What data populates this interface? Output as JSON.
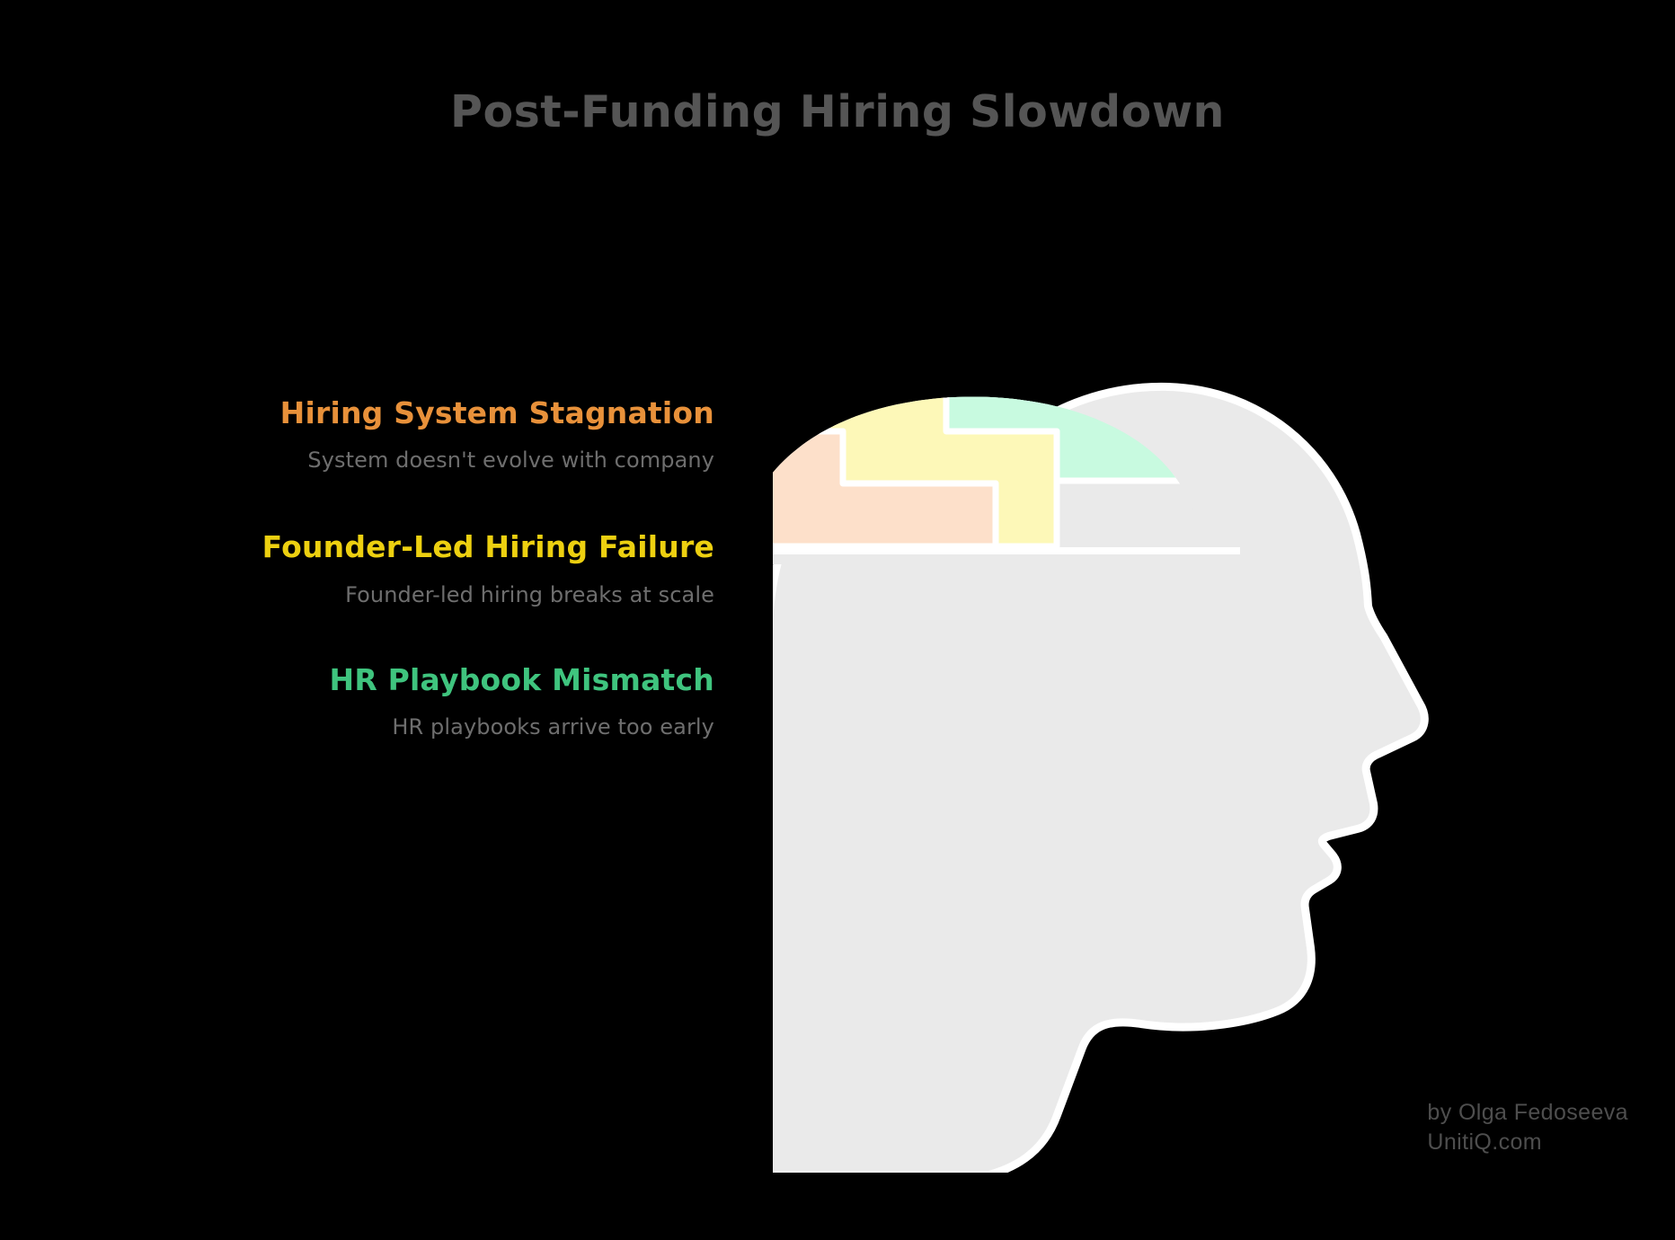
{
  "title": "Post-Funding Hiring Slowdown",
  "colors": {
    "background": "#000000",
    "title_text": "#555555",
    "description_text": "#6E6E6E",
    "orange_heading": "#E8913A",
    "yellow_heading": "#EDD010",
    "green_heading": "#3FC47E",
    "head_silhouette": "#EAEAEA",
    "segment_outline": "#FFFFFF",
    "segment_peach": "#FDE0CA",
    "segment_yellow": "#FDF8B8",
    "segment_green": "#C8FAE0",
    "attribution_text": "#4E4E4E"
  },
  "sections": [
    {
      "heading": "Hiring System Stagnation",
      "description": "System doesn't evolve with company",
      "color": "#E8913A",
      "segment": "peach"
    },
    {
      "heading": "Founder-Led Hiring Failure",
      "description": "Founder-led hiring breaks at scale",
      "color": "#EDD010",
      "segment": "yellow"
    },
    {
      "heading": "HR Playbook Mismatch",
      "description": "HR playbooks arrive too early",
      "color": "#3FC47E",
      "segment": "green"
    }
  ],
  "attribution": {
    "line1": "by Olga Fedoseeva",
    "line2": "UnitiQ.com"
  }
}
